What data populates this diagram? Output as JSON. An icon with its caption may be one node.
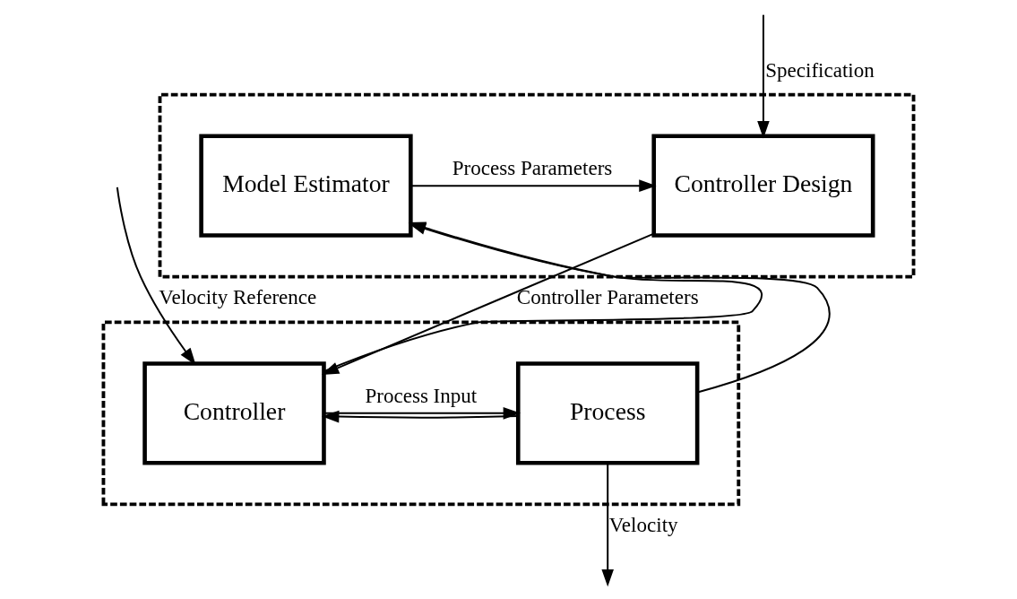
{
  "diagram": {
    "nodes": [
      {
        "text": [],
        "shape": "box"
      },
      {
        "text": [
          "Controller Design"
        ],
        "in": 0
      },
      {
        "text": [
          "Model Estimator"
        ],
        "in": 0
      },
      {
        "text": [],
        "shape": "box"
      },
      {
        "text": [
          "Controller"
        ],
        "in": 3
      },
      {
        "text": [
          "Process"
        ],
        "in": 3
      }
    ],
    "edges": [
      {
        "from": null,
        "to": 1,
        "arrow": "to",
        "label": "Specification"
      },
      {
        "from": 2,
        "to": 1,
        "arrow": "to",
        "label": "Process Parameters"
      },
      {
        "from": 1,
        "to": 4,
        "arrow": "to",
        "label": "Controller Parameters"
      },
      {
        "from": null,
        "to": 4,
        "arrow": "to",
        "label": "Velocity Reference"
      },
      {
        "from": 4,
        "to": 5,
        "arrow": "to",
        "label": "Process Input"
      },
      {
        "from": 4,
        "to": 2,
        "arrow": "to"
      },
      {
        "from": 5,
        "to": null,
        "arrow": "to",
        "label": "Velocity"
      },
      {
        "from": 5,
        "to": 2,
        "arrow": "to"
      },
      {
        "from": 5,
        "to": 4,
        "arrow": "to"
      }
    ]
  }
}
